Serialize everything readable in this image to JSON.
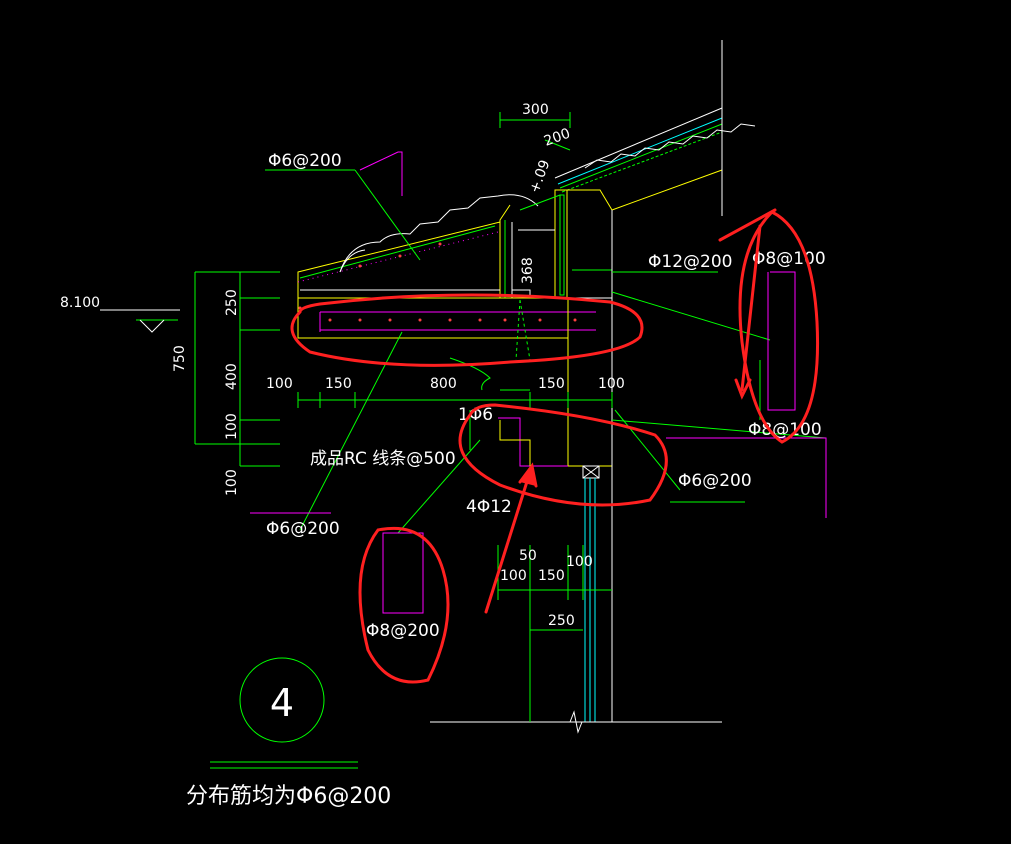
{
  "colors": {
    "background": "#000000",
    "line_white": "#ffffff",
    "line_green": "#00ff00",
    "line_magenta": "#ff00ff",
    "line_yellow": "#ffff00",
    "line_cyan": "#00ffff",
    "markup_red": "#ff2020"
  },
  "dims": {
    "d300": "300",
    "d200": "200",
    "d09": "+.09",
    "d368": "368",
    "d250": "250",
    "d750": "750",
    "d400": "400",
    "d100a": "100",
    "d100b": "100",
    "d100c": "100",
    "d150a": "150",
    "d800": "800",
    "d150b": "150",
    "d100d": "100",
    "d50": "50",
    "d100e": "100",
    "d150c": "150",
    "d100f": "100",
    "d250b": "250"
  },
  "level": "8.100",
  "labels": {
    "rebar_roof": "Φ6@200",
    "rebar_wall": "Φ12@200",
    "rebar_side_top": "Φ8@100",
    "rebar_side_bot": "Φ8@100",
    "tie": "1Φ6",
    "rebar_beam_right": "Φ6@200",
    "main_bars": "4Φ12",
    "product": "成品RC  线条@500",
    "rebar_bottom": "Φ6@200",
    "rebar_small": "Φ8@200"
  },
  "detail_number": "4",
  "note": "分布筋均为Φ6@200"
}
